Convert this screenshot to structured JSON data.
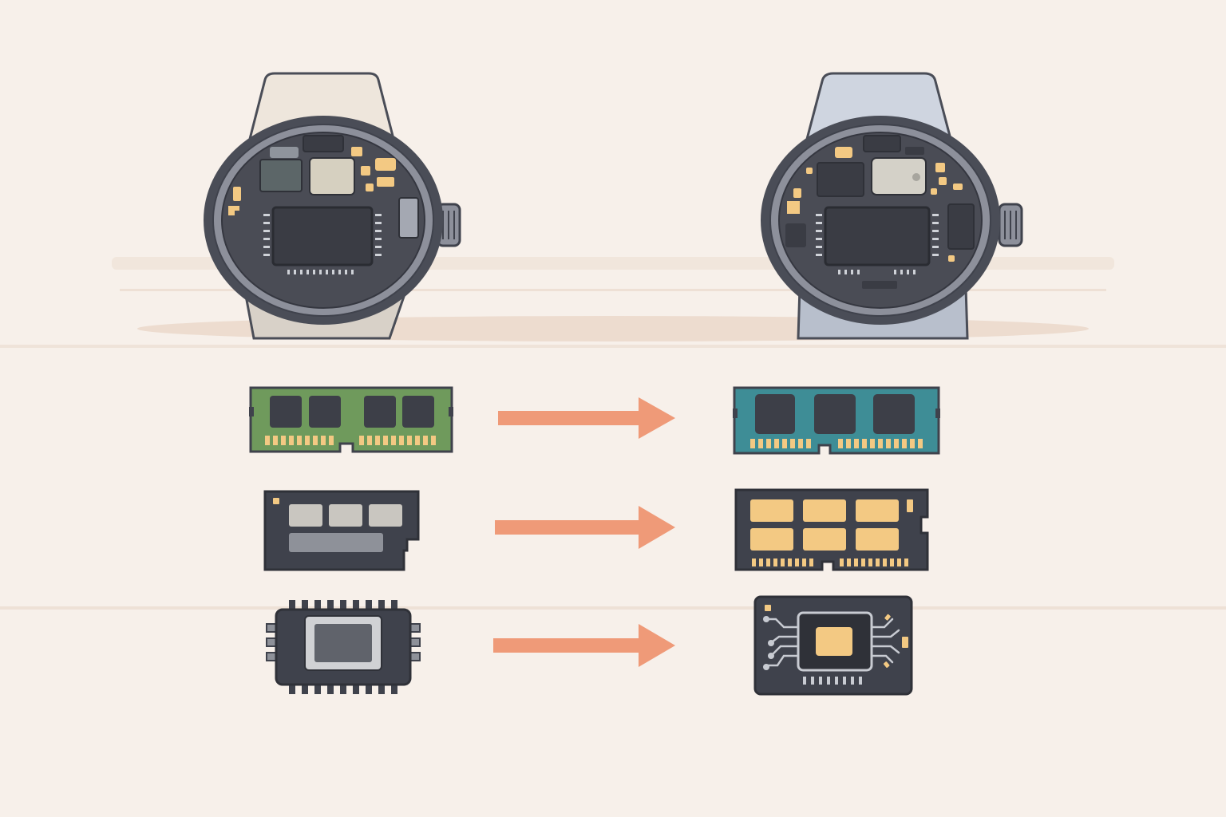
{
  "palette": {
    "background": "#f7f0ea",
    "band": "#f3e8df",
    "floor_shadow": "#ecdcd0",
    "arrow": "#ef9a78",
    "case_outline": "#4a4d57",
    "case_dark": "#3f424c",
    "bezel": "#8d909b",
    "board": "#4a4c55",
    "chip": "#3d3f48",
    "gold": "#f3c983",
    "pcb_green": "#6f9a5c",
    "pcb_teal": "#3e8d96",
    "left_strap": "#ece4da",
    "right_strap": "#cfd5e0",
    "module_light": "#c9c6c0"
  },
  "watches": [
    {
      "position": "left",
      "icon": "smartwatch-internals-icon",
      "generation": "older"
    },
    {
      "position": "right",
      "icon": "smartwatch-internals-icon",
      "generation": "newer"
    }
  ],
  "component_rows": [
    {
      "component": "memory-module",
      "from_icon": "green-ram-stick-icon",
      "to_icon": "blue-ram-stick-icon",
      "arrow_icon": "right-arrow-icon"
    },
    {
      "component": "storage-module",
      "from_icon": "gray-storage-module-icon",
      "to_icon": "gold-storage-module-icon",
      "arrow_icon": "right-arrow-icon"
    },
    {
      "component": "processor-chip",
      "from_icon": "processor-chip-icon",
      "to_icon": "soc-chip-icon",
      "arrow_icon": "right-arrow-icon"
    }
  ]
}
